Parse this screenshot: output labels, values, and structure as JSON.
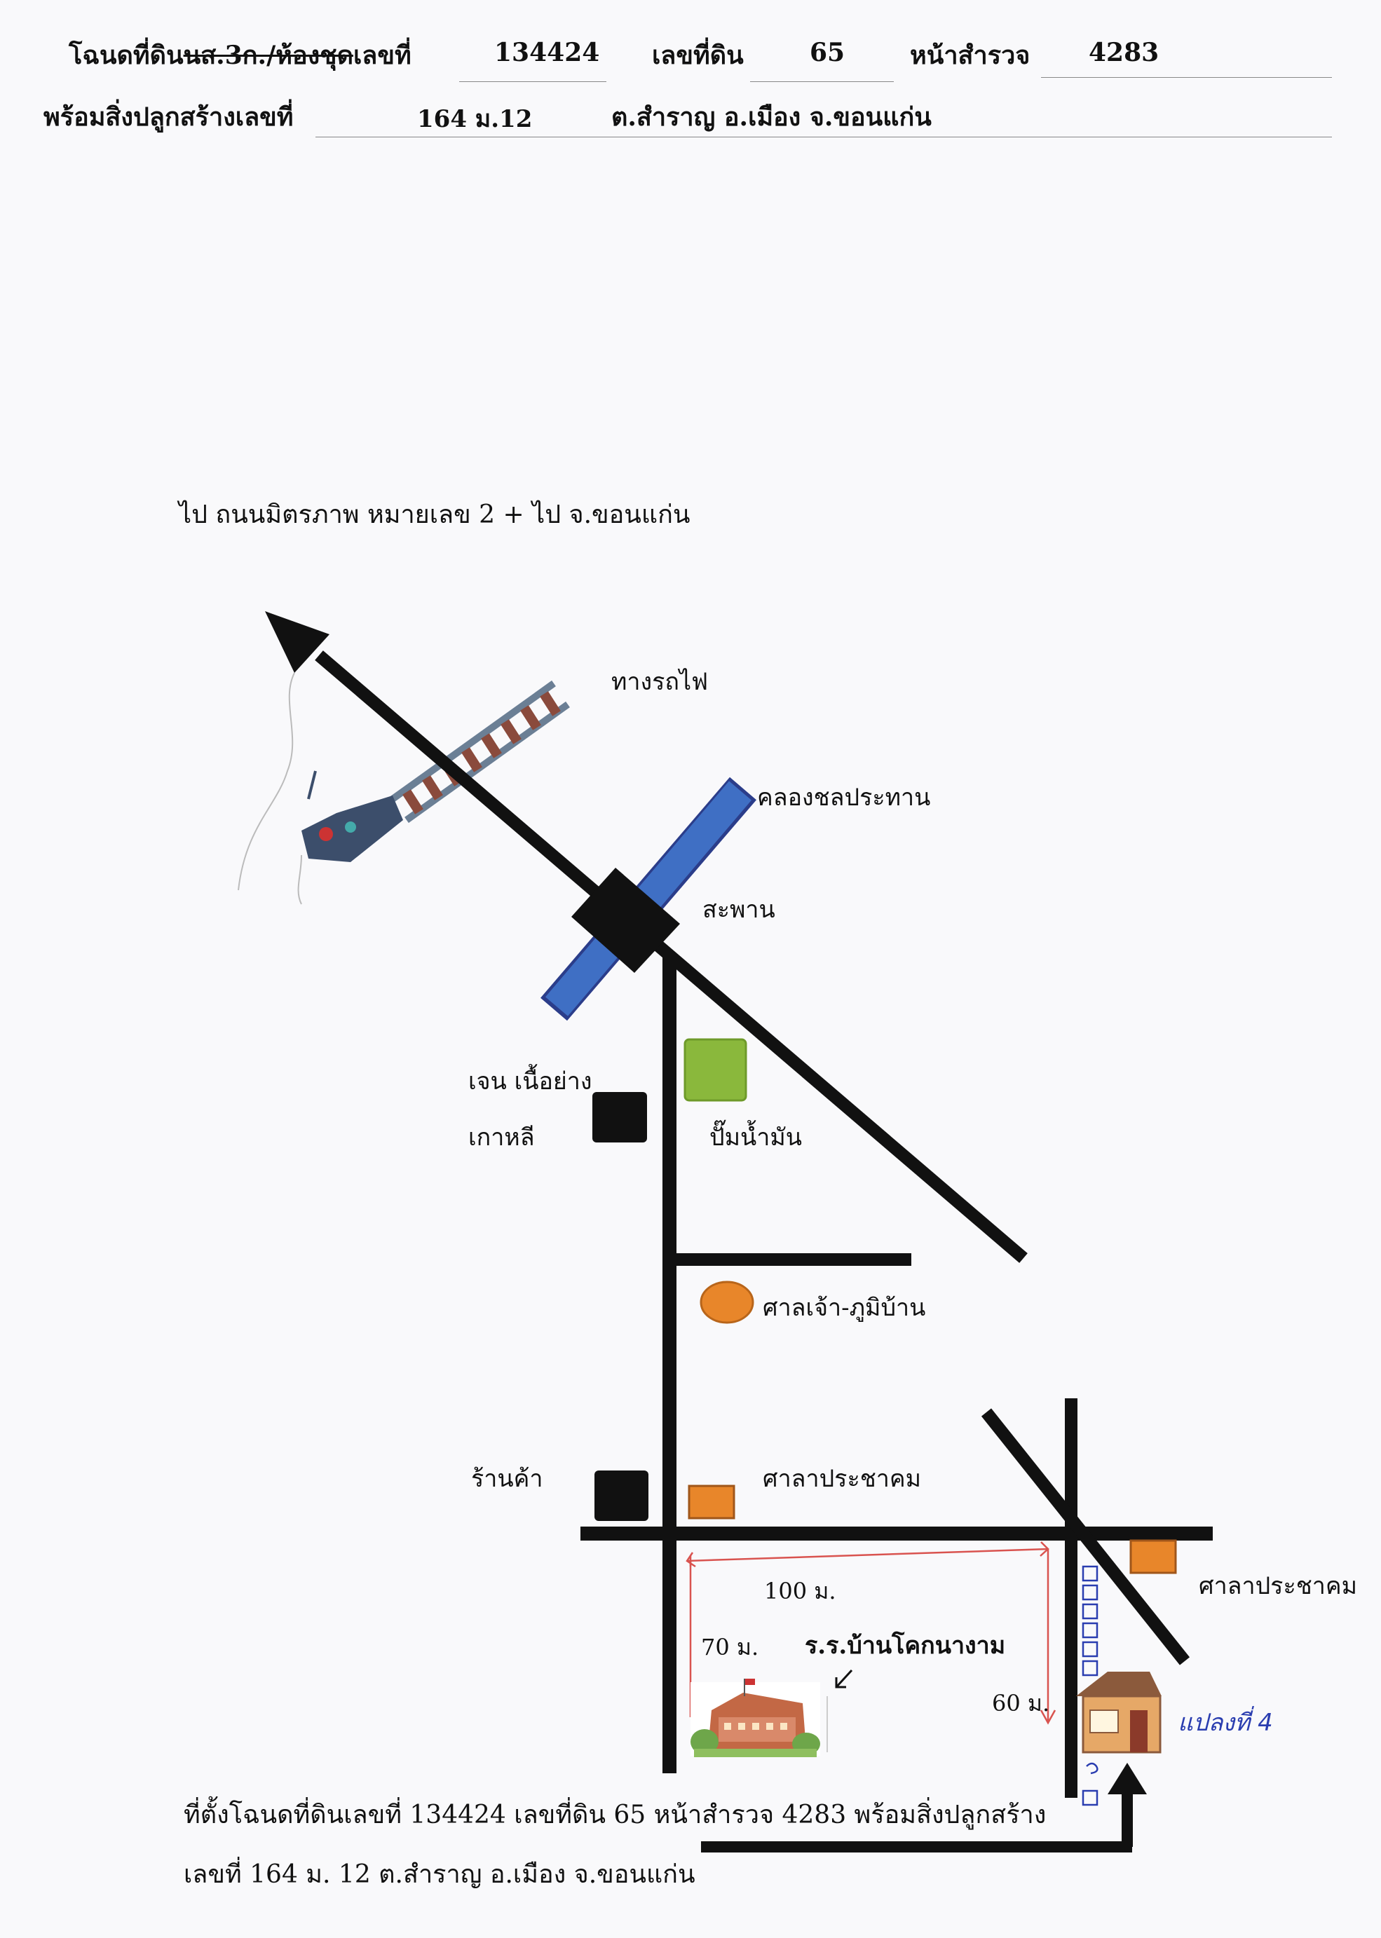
{
  "header": {
    "title_prefix": "โฉนดที่ดิน",
    "title_struck": "นส.3ก./ห้องชุด",
    "deed_no_label": "เลขที่",
    "deed_no": "134424",
    "land_no_label": "เลขที่ดิน",
    "land_no": "65",
    "survey_label": "หน้าสำรวจ",
    "survey_no": "4283",
    "building_label": "พร้อมสิ่งปลูกสร้างเลขที่",
    "building_no": "164 ม.12",
    "location": "ต.สำราญ  อ.เมือง  จ.ขอนแก่น"
  },
  "map": {
    "direction_note": "ไป ถนนมิตรภาพ หมายเลข 2 + ไป จ.ขอนแก่น",
    "labels": {
      "railway": "ทางรถไฟ",
      "canal": "คลองชลประทาน",
      "bridge": "สะพาน",
      "korean_bbq_line1": "เจน เนื้อย่าง",
      "korean_bbq_line2": "เกาหลี",
      "gas_station": "ปั๊มน้ำมัน",
      "shrine": "ศาลเจ้า-ภูมิบ้าน",
      "shop": "ร้านค้า",
      "community_hall": "ศาลาประชาคม",
      "community_hall_2": "ศาลาประชาคม",
      "school": "ร.ร.บ้านโคกนางาม",
      "handwritten": "แปลงที่ 4"
    },
    "distances": {
      "d100": "100 ม.",
      "d70": "70 ม.",
      "d60": "60 ม."
    },
    "colors": {
      "road": "#000000",
      "canal": "#3f6fc4",
      "gas_station": "#8ab83c",
      "shrine": "#e8862a",
      "hall": "#e8862a",
      "measure_line": "#d9534f"
    }
  },
  "footer": {
    "line1": "ที่ตั้งโฉนดที่ดินเลขที่ 134424 เลขที่ดิน 65 หน้าสำรวจ 4283 พร้อมสิ่งปลูกสร้าง",
    "line2": "เลขที่  164 ม. 12  ต.สำราญ  อ.เมือง  จ.ขอนแก่น"
  }
}
